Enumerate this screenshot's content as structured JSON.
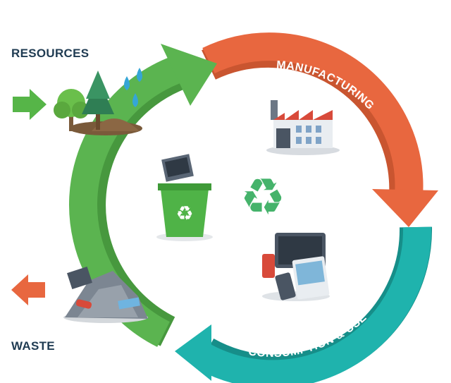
{
  "labels": {
    "resources": "RESOURCES",
    "waste": "WASTE"
  },
  "cycle": {
    "manufacturing": "MANUFACTURING",
    "consumption_use": "CONSUMPTION & USE",
    "recycling": "RECYCLING"
  },
  "colors": {
    "manufacturing": "#e8673f",
    "consumption_use": "#1fb3ad",
    "recycling": "#5bb450",
    "input_arrow": "#56b548",
    "output_arrow": "#e8673f",
    "label_text": "#1f3b52"
  },
  "icons": [
    "trees-icon",
    "water-drops-icon",
    "factory-icon",
    "recycle-bin-icon",
    "recycle-symbol-icon",
    "electronics-icon",
    "waste-pile-icon"
  ]
}
